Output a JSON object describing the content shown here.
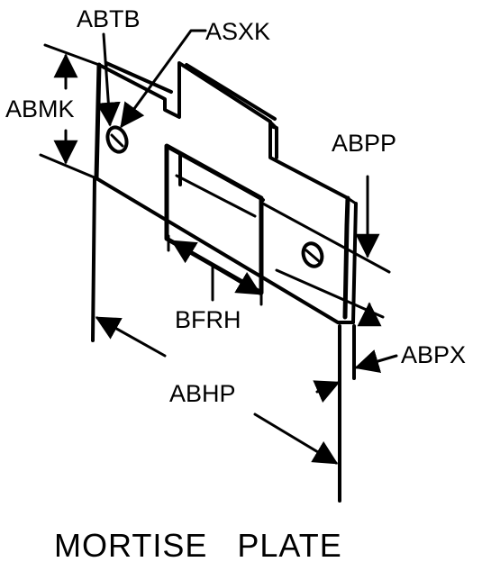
{
  "diagram": {
    "caption": "MORTISE   PLATE",
    "labels": {
      "abtb": "ABTB",
      "asxk": "ASXK",
      "abmk": "ABMK",
      "abpp": "ABPP",
      "bfrh": "BFRH",
      "abpx": "ABPX",
      "abhp": "ABHP"
    }
  },
  "colors": {
    "line": "#000000",
    "background": "#ffffff"
  }
}
